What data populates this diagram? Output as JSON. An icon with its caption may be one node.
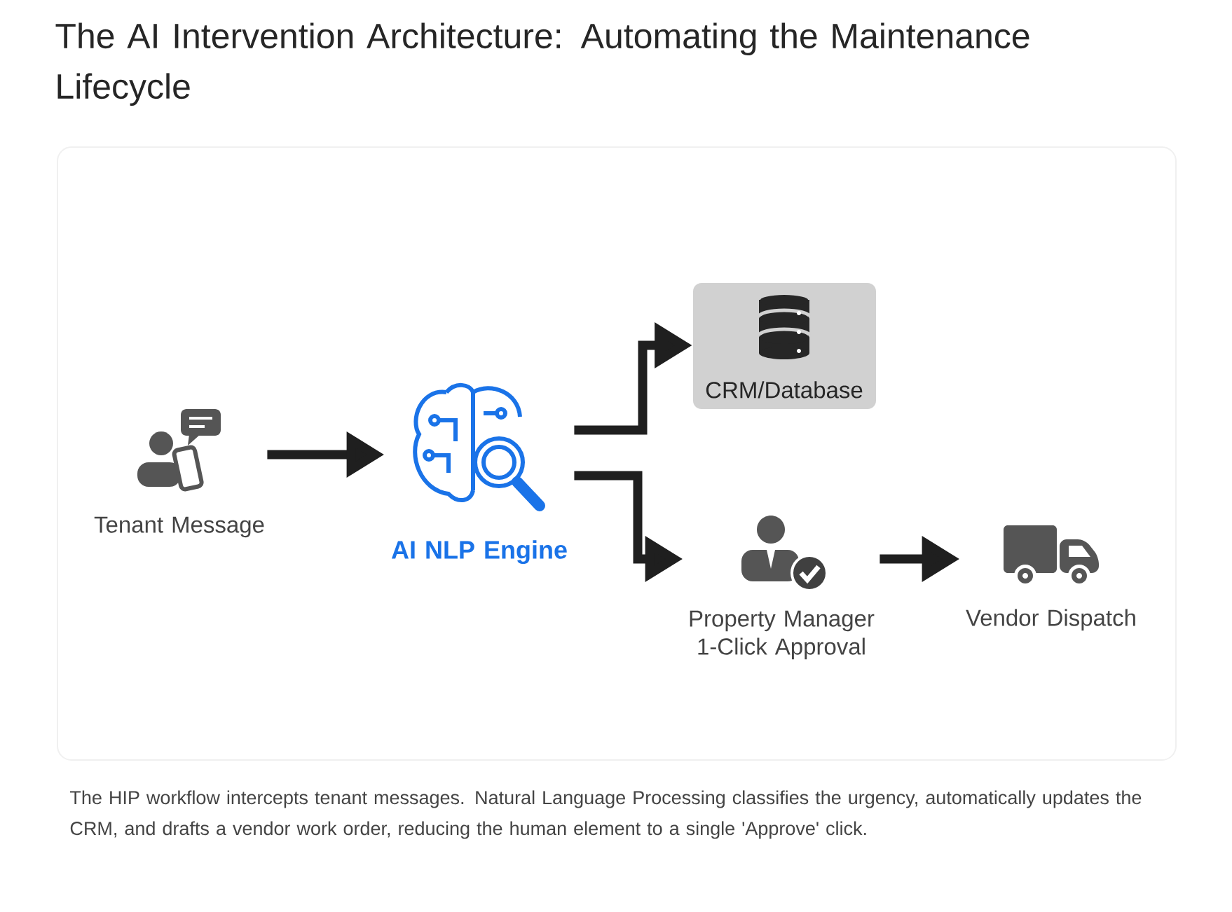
{
  "diagram": {
    "title": "The AI Intervention Architecture: Automating the Maintenance Lifecycle",
    "caption": "The HIP workflow intercepts tenant messages. Natural Language Processing classifies the urgency, automatically updates the CRM, and drafts a vendor work order, reducing the human element to a single 'Approve' click.",
    "nodes": [
      {
        "text": [
          "Tenant Message"
        ]
      },
      {
        "text": [
          "AI NLP Engine"
        ]
      },
      {
        "text": [
          "CRM/Database"
        ]
      },
      {
        "text": [
          "Property Manager 1-Click Approval"
        ]
      },
      {
        "text": [
          "Vendor Dispatch"
        ]
      }
    ],
    "edges": [
      {
        "from": 0,
        "to": 1,
        "arrow": "to"
      },
      {
        "from": 1,
        "to": 2,
        "arrow": "to"
      },
      {
        "from": 1,
        "to": 3,
        "arrow": "to"
      },
      {
        "from": 3,
        "to": 4,
        "arrow": "to"
      }
    ]
  }
}
